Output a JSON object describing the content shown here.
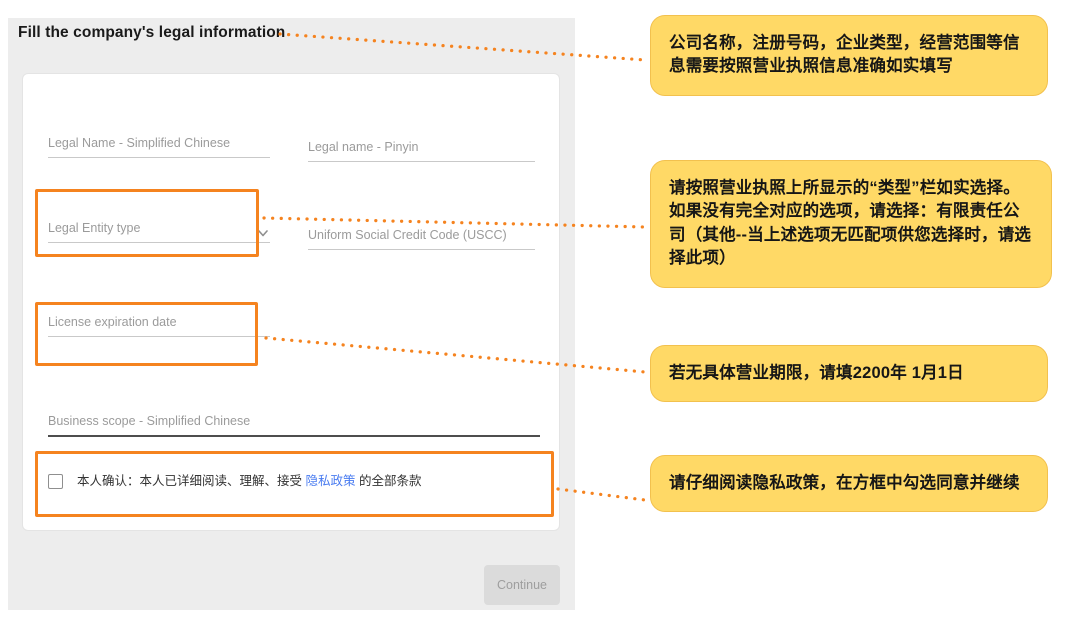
{
  "colors": {
    "highlight_orange": "#F5831F",
    "callout_yellow": "#FFD966",
    "link_blue": "#4A7CF0",
    "panel_gray": "#EDEDED",
    "business_scope_underline": "#4D4D4D"
  },
  "page": {
    "title": "Fill the company's legal information"
  },
  "form": {
    "fields": {
      "legal_name": {
        "placeholder": "Legal Name - Simplified Chinese",
        "value": ""
      },
      "legal_name_pinyin": {
        "placeholder": "Legal name - Pinyin",
        "value": ""
      },
      "legal_entity_type": {
        "placeholder": "Legal Entity type",
        "value": ""
      },
      "uscc": {
        "placeholder": "Uniform Social Credit Code (USCC)",
        "value": ""
      },
      "license_expiration_date": {
        "placeholder": "License expiration date",
        "value": ""
      },
      "business_scope": {
        "placeholder": "Business scope - Simplified Chinese",
        "value": ""
      }
    },
    "consent": {
      "checked": false,
      "text_prefix": "本人确认：本人已详细阅读、理解、接受 ",
      "link_text": "隐私政策",
      "text_suffix": " 的全部条款"
    },
    "continue_button": "Continue"
  },
  "callouts": [
    {
      "id": "legal-info",
      "text": "公司名称，注册号码，企业类型，经营范围等信息需要按照营业执照信息准确如实填写"
    },
    {
      "id": "entity-type",
      "text": "请按照营业执照上所显示的“类型”栏如实选择。如果没有完全对应的选项，请选择：有限责任公司（其他--当上述选项无匹配项供您选择时，请选择此项）"
    },
    {
      "id": "license-date",
      "text": "若无具体营业期限，请填2200年 1月1日"
    },
    {
      "id": "privacy",
      "text": "请仔细阅读隐私政策，在方框中勾选同意并继续"
    }
  ]
}
